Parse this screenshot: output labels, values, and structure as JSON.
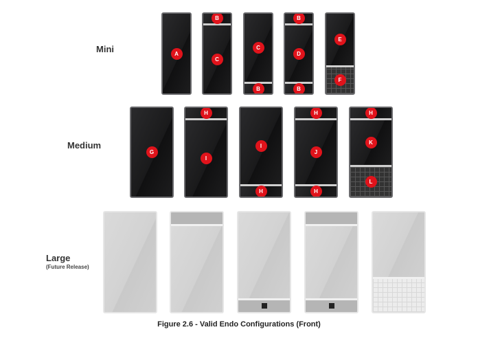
{
  "rows": [
    {
      "label": "Mini",
      "subtitle": null,
      "devices": [
        {
          "modules": [
            {
              "kind": "screen",
              "badge": "A"
            }
          ]
        },
        {
          "modules": [
            {
              "kind": "cap",
              "badge": "B"
            },
            {
              "kind": "screen",
              "badge": "C"
            }
          ]
        },
        {
          "modules": [
            {
              "kind": "screen",
              "badge": "C"
            },
            {
              "kind": "cap",
              "badge": "B"
            }
          ]
        },
        {
          "modules": [
            {
              "kind": "cap",
              "badge": "B"
            },
            {
              "kind": "screen",
              "badge": "D"
            },
            {
              "kind": "cap",
              "badge": "B"
            }
          ]
        },
        {
          "modules": [
            {
              "kind": "screen",
              "badge": "E"
            },
            {
              "kind": "keyboard",
              "badge": "F"
            }
          ]
        }
      ]
    },
    {
      "label": "Medium",
      "subtitle": null,
      "devices": [
        {
          "modules": [
            {
              "kind": "screen",
              "badge": "G"
            }
          ]
        },
        {
          "modules": [
            {
              "kind": "cap",
              "badge": "H"
            },
            {
              "kind": "screen",
              "badge": "I"
            }
          ]
        },
        {
          "modules": [
            {
              "kind": "screen",
              "badge": "I"
            },
            {
              "kind": "cap",
              "badge": "H"
            }
          ]
        },
        {
          "modules": [
            {
              "kind": "cap",
              "badge": "H"
            },
            {
              "kind": "screen",
              "badge": "J"
            },
            {
              "kind": "cap",
              "badge": "H"
            }
          ]
        },
        {
          "modules": [
            {
              "kind": "cap",
              "badge": "H"
            },
            {
              "kind": "screen",
              "badge": "K"
            },
            {
              "kind": "keyboard",
              "badge": "L"
            }
          ]
        }
      ]
    },
    {
      "label": "Large",
      "subtitle": "(Future Release)",
      "devices": [
        {
          "modules": [
            {
              "kind": "screen"
            }
          ]
        },
        {
          "modules": [
            {
              "kind": "cap"
            },
            {
              "kind": "screen"
            }
          ]
        },
        {
          "modules": [
            {
              "kind": "screen"
            },
            {
              "kind": "cap",
              "port": true
            }
          ]
        },
        {
          "modules": [
            {
              "kind": "cap"
            },
            {
              "kind": "screen"
            },
            {
              "kind": "cap",
              "port": true
            }
          ]
        },
        {
          "modules": [
            {
              "kind": "screen"
            },
            {
              "kind": "keyboard"
            }
          ]
        }
      ]
    }
  ],
  "caption": "Figure 2.6 - Valid Endo Configurations (Front)"
}
